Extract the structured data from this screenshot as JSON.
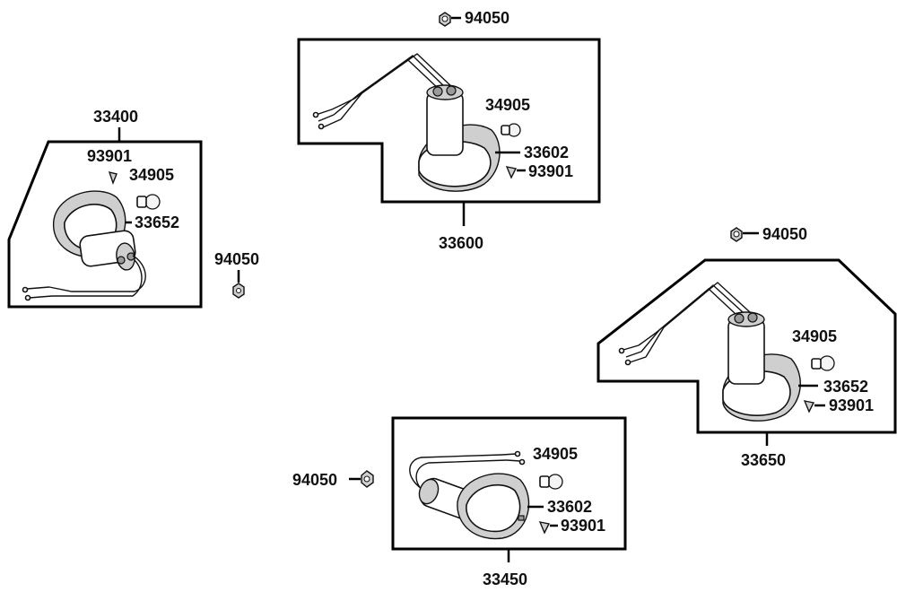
{
  "labels": {
    "top_nut": "94050",
    "left_assembly": "33400",
    "left_screw": "93901",
    "left_bulb": "34905",
    "left_lens": "33652",
    "left_nut": "94050",
    "top_bulb": "34905",
    "top_lens": "33602",
    "top_screw": "93901",
    "top_assembly": "33600",
    "right_nut": "94050",
    "right_bulb": "34905",
    "right_lens": "33652",
    "right_screw": "93901",
    "right_assembly": "33650",
    "bottom_nut": "94050",
    "bottom_bulb": "34905",
    "bottom_lens": "33602",
    "bottom_screw": "93901",
    "bottom_assembly": "33450"
  }
}
